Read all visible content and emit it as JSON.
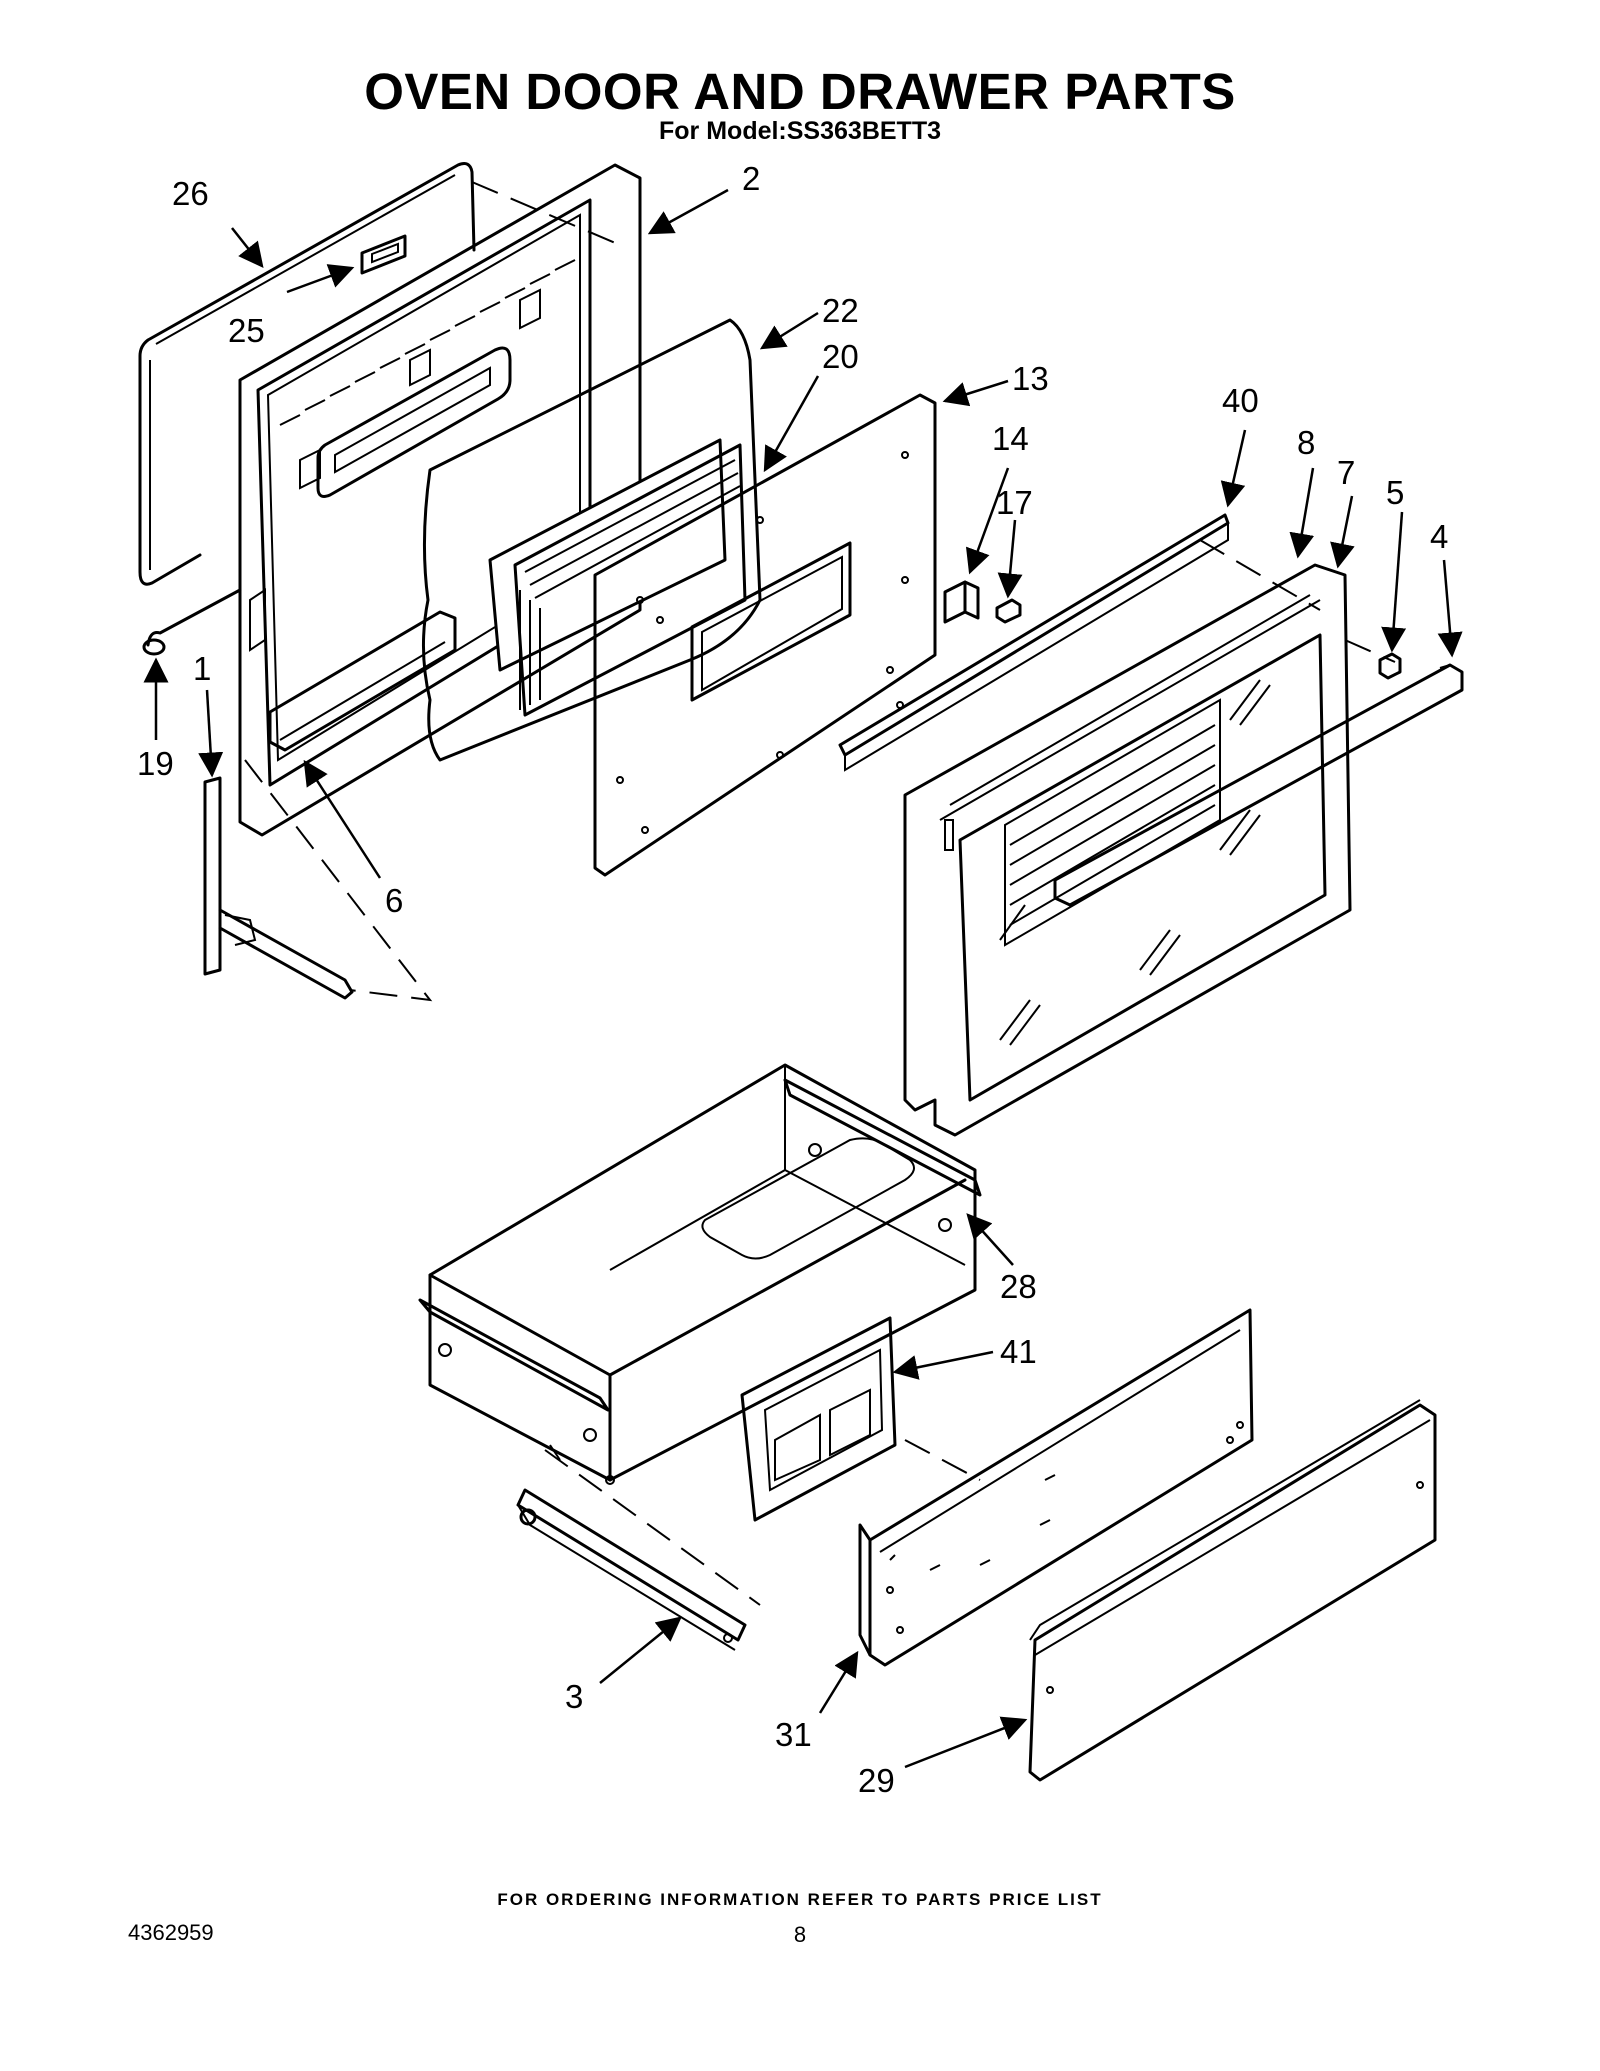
{
  "header": {
    "title": "OVEN DOOR AND DRAWER PARTS",
    "subtitle": "For Model:SS363BETT3"
  },
  "callouts": {
    "c26": "26",
    "c2": "2",
    "c25": "25",
    "c22": "22",
    "c20": "20",
    "c13": "13",
    "c14": "14",
    "c17": "17",
    "c40": "40",
    "c8": "8",
    "c7": "7",
    "c5": "5",
    "c4": "4",
    "c1": "1",
    "c19": "19",
    "c6": "6",
    "c28": "28",
    "c41": "41",
    "c3": "3",
    "c31": "31",
    "c29": "29"
  },
  "footer": {
    "note": "FOR ORDERING INFORMATION REFER TO PARTS PRICE LIST",
    "doc_number": "4362959",
    "page_number": "8"
  }
}
